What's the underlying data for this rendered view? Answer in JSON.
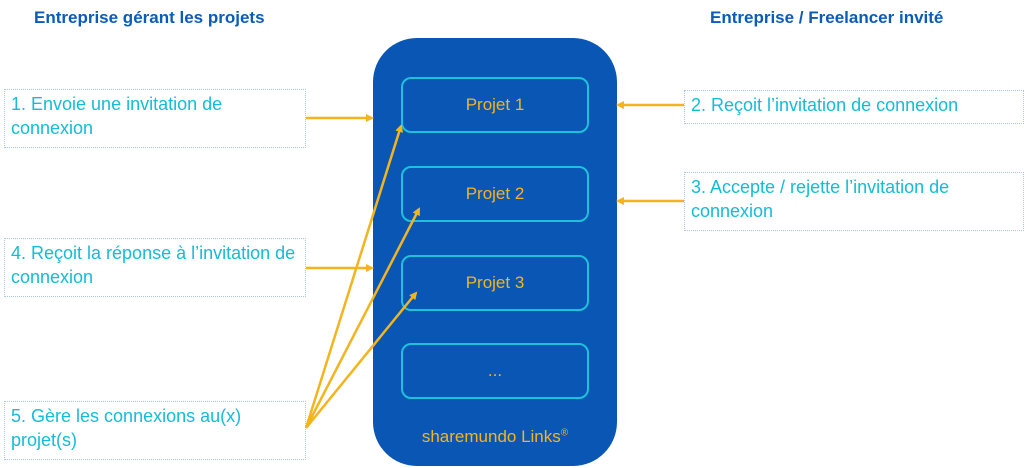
{
  "headings": {
    "left": "Entreprise gérant les projets",
    "right": "Entreprise / Freelancer invité"
  },
  "steps": [
    {
      "id": "1",
      "text": "1.  Envoie une invitation de connexion"
    },
    {
      "id": "2",
      "text": "2.  Reçoit l’invitation de connexion"
    },
    {
      "id": "3",
      "text": "3.  Accepte / rejette l’invitation de connexion"
    },
    {
      "id": "4",
      "text": "4.  Reçoit la réponse à l’invitation de connexion"
    },
    {
      "id": "5",
      "text": "5.  Gère les connexions au(x) projet(s)"
    }
  ],
  "platform": {
    "projects": [
      "Projet 1",
      "Projet 2",
      "Projet 3",
      "..."
    ],
    "brand": "sharemundo Links",
    "brand_mark": "®"
  },
  "colors": {
    "heading": "#0a5cb8",
    "step_text": "#14bcd6",
    "platform_bg": "#0a56b4",
    "project_border": "#1ec1dc",
    "accent": "#f4b41e"
  }
}
